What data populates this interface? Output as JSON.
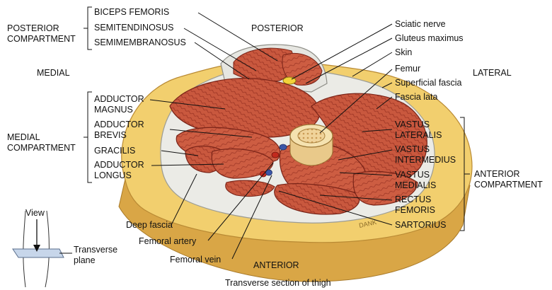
{
  "labels": {
    "posterior_compartment": [
      "POSTERIOR",
      "COMPARTMENT"
    ],
    "biceps_femoris": "BICEPS FEMORIS",
    "semitendinosus": "SEMITENDINOSUS",
    "semimembranosus": "SEMIMEMBRANOSUS",
    "posterior": "POSTERIOR",
    "sciatic_nerve": "Sciatic nerve",
    "gluteus_maximus": "Gluteus maximus",
    "skin": "Skin",
    "femur": "Femur",
    "lateral": "LATERAL",
    "superficial_fascia": "Superficial fascia",
    "fascia_lata": "Fascia lata",
    "medial": "MEDIAL",
    "adductor_magnus": [
      "ADDUCTOR",
      "MAGNUS"
    ],
    "adductor_brevis": [
      "ADDUCTOR",
      "BREVIS"
    ],
    "medial_compartment": [
      "MEDIAL",
      "COMPARTMENT"
    ],
    "gracilis": "GRACILIS",
    "adductor_longus": [
      "ADDUCTOR",
      "LONGUS"
    ],
    "vastus_lateralis": [
      "VASTUS",
      "LATERALIS"
    ],
    "vastus_intermedius": [
      "VASTUS",
      "INTERMEDIUS"
    ],
    "vastus_medialis": [
      "VASTUS",
      "MEDIALIS"
    ],
    "rectus_femoris": [
      "RECTUS",
      "FEMORIS"
    ],
    "sartorius": "SARTORIUS",
    "anterior_compartment": [
      "ANTERIOR",
      "COMPARTMENT"
    ],
    "deep_fascia": "Deep fascia",
    "femoral_artery": "Femoral artery",
    "femoral_vein": "Femoral vein",
    "anterior": "ANTERIOR",
    "view": "View",
    "transverse_plane": [
      "Transverse",
      "plane"
    ],
    "caption": "Transverse section of thigh",
    "signature": "DANK"
  },
  "colors": {
    "muscle": "#c9583e",
    "muscle_line": "#8e2a1c",
    "fat": "#f2cf6e",
    "fat_side": "#d9a646",
    "fascia": "#e8e8e4",
    "bone": "#f5e2b0",
    "artery": "#c22a1e",
    "vein": "#3b56a8"
  }
}
